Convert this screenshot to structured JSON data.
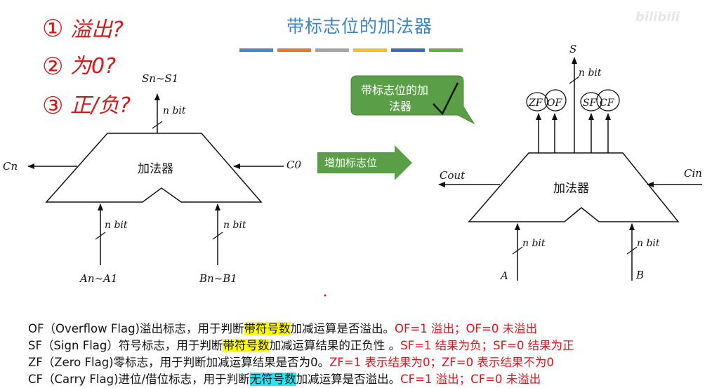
{
  "title": "带标志位的加法器",
  "watermark": "bilibili",
  "colors": {
    "title_blue": "#3d85c6",
    "bar_colors": [
      "#4a86c8",
      "#e27a2e",
      "#a5a5a5",
      "#f3c21d",
      "#3a6fb5",
      "#6aad45"
    ],
    "callout_green": "#5a9e48",
    "handwriting_red": "#d61818",
    "highlight_yellow": "#ffff00",
    "highlight_cyan": "#22e6f0"
  },
  "handwritten": {
    "n1": "①",
    "q1": "溢出?",
    "n2": "②",
    "q2": "为0?",
    "n3": "③",
    "q3": "正/负?"
  },
  "left_adder": {
    "label": "加法器",
    "sum_label": "Sn~S1",
    "n_bit_top": "n bit",
    "carry_out": "Cn",
    "carry_in": "C0",
    "n_bit_left": "n bit",
    "n_bit_right": "n bit",
    "input_a": "An~A1",
    "input_b": "Bn~B1"
  },
  "callout": {
    "text_line1": "带标志位的加",
    "text_line2": "法器"
  },
  "arrow_label": "增加标志位",
  "right_adder": {
    "label": "加法器",
    "sum": "S",
    "n_bit_top": "n bit",
    "flags": [
      "ZF",
      "OF",
      "SF",
      "CF"
    ],
    "carry_out": "Cout",
    "carry_in": "Cin",
    "n_bit_left": "n bit",
    "n_bit_right": "n bit",
    "input_a": "A",
    "input_b": "B"
  },
  "notes": {
    "of": {
      "pre": "OF（Overflow Flag)溢出标志，用于判断",
      "hl": "带符号数",
      "post": "加减运算是否溢出。",
      "red": "OF=1 溢出；OF=0 未溢出"
    },
    "sf": {
      "pre": "SF（Sign Flag）符号标志，用于判断",
      "hl": "带符号数",
      "post": "加减运算结果的正负性 。",
      "red": "SF=1 结果为负；SF=0 结果为正"
    },
    "zf": {
      "pre": "ZF（Zero Flag)零标志，用于判断加减运算结果是否为0。",
      "red": "ZF=1 表示结果为0；ZF=0 表示结果不为0"
    },
    "cf": {
      "pre": "CF（Carry Flag)进位/借位标志，用于判断",
      "hl": "无符号数",
      "post": "加减运算是否溢出。",
      "red": "CF=1 溢出；CF=0 未溢出"
    }
  }
}
